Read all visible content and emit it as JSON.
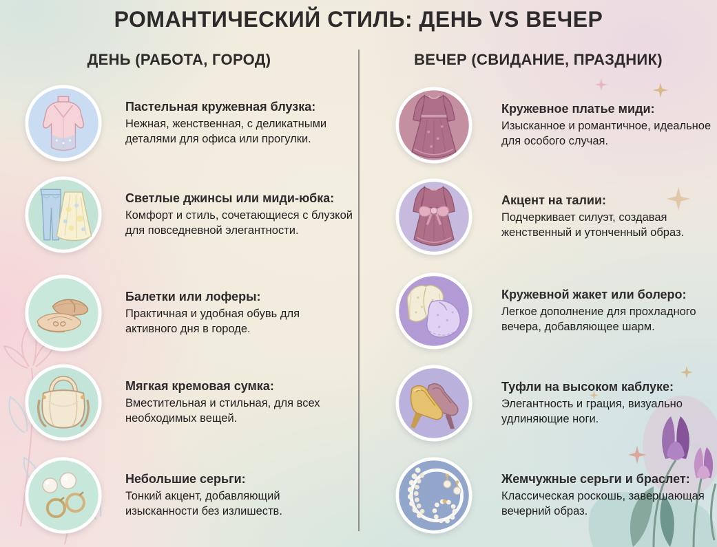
{
  "title": "РОМАНТИЧЕСКИЙ СТИЛЬ: ДЕНЬ VS ВЕЧЕР",
  "colors": {
    "title_text": "#2d2a2c",
    "divider": "#8e8d8c",
    "sparkle_gold": "#d9b98c",
    "sparkle_pink": "#e4b6c0"
  },
  "columns": {
    "day": {
      "heading": "ДЕНЬ (РАБОТА, ГОРОД)",
      "items": [
        {
          "icon": "lace-blouse-icon",
          "circle_color": "#c9dcf1",
          "title": "Пастельная кружевная блузка:",
          "description": "Нежная, женственная, с деликатными деталями для офиса или прогулки."
        },
        {
          "icon": "jeans-midi-skirt-icon",
          "circle_color": "#c3e3d6",
          "title": "Светлые джинсы или миди-юбка:",
          "description": "Комфорт и стиль, сочетающиеся с блузкой для повседневной элегантности."
        },
        {
          "icon": "flats-loafers-icon",
          "circle_color": "#c9e8dc",
          "title": "Балетки или лоферы:",
          "description": "Практичная и удобная обувь для активного дня в городе."
        },
        {
          "icon": "cream-handbag-icon",
          "circle_color": "#c3e4d9",
          "title": "Мягкая кремовая сумка:",
          "description": "Вместительная и стильная, для всех необходимых вещей."
        },
        {
          "icon": "small-earrings-icon",
          "circle_color": "#c7e7db",
          "title": "Небольшие серьги:",
          "description": "Тонкий акцент, добавляющий изысканности без излишеств."
        }
      ]
    },
    "evening": {
      "heading": "ВЕЧЕР (СВИДАНИЕ, ПРАЗДНИК)",
      "items": [
        {
          "icon": "lace-midi-dress-icon",
          "circle_color": "#c48fa0",
          "title": "Кружевное платье миди:",
          "description": "Изысканное и романтичное, идеальное для особого случая."
        },
        {
          "icon": "waist-bow-dress-icon",
          "circle_color": "#c7badf",
          "title": "Акцент на талии:",
          "description": "Подчеркивает силуэт, создавая женственный и утонченный образ."
        },
        {
          "icon": "lace-bolero-icon",
          "circle_color": "#b29ad4",
          "title": "Кружевной жакет или болеро:",
          "description": "Легкое дополнение для прохладного вечера, добавляющее шарм."
        },
        {
          "icon": "high-heels-icon",
          "circle_color": "#bab2dc",
          "title": "Туфли на высоком каблуке:",
          "description": "Элегантность и грация, визуально удлиняющие ноги."
        },
        {
          "icon": "pearl-jewelry-icon",
          "circle_color": "#92a6cb",
          "title": "Жемчужные серьги и браслет:",
          "description": "Классическая роскошь, завершающая вечерний образ."
        }
      ]
    }
  }
}
